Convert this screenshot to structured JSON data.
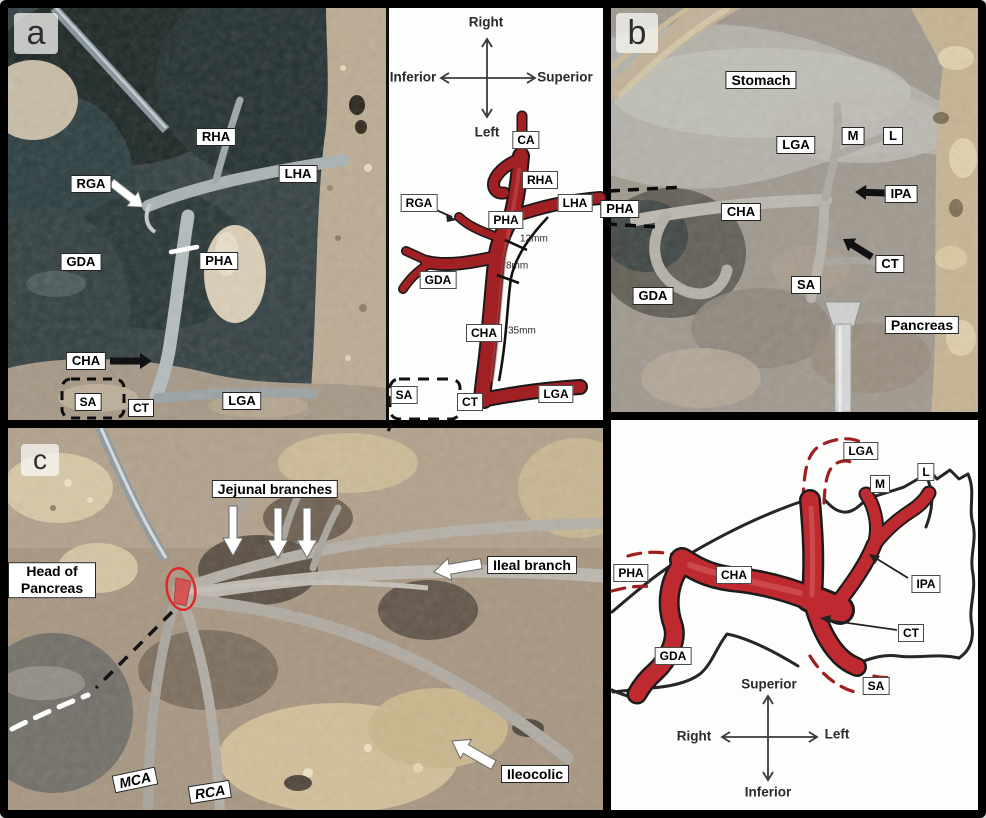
{
  "colors": {
    "frame": "#000000",
    "artery_red_schematic_top": "#a02024",
    "artery_red_schematic_bottom": "#bf2a30",
    "dashed_red": "#9e1f1f",
    "label_background": "#ffffff",
    "label_border": "#242424",
    "annotation_white": "#ffffff",
    "annotation_black": "#111111",
    "red_circle_annotation": "#e02828"
  },
  "panel_a": {
    "letter": "a",
    "labels": {
      "rha": "RHA",
      "lha": "LHA",
      "rga": "RGA",
      "pha": "PHA",
      "gda": "GDA",
      "cha": "CHA",
      "sa": "SA",
      "ct": "CT",
      "lga": "LGA"
    }
  },
  "schematic_a": {
    "compass": {
      "top": "Right",
      "left": "Inferior",
      "right": "Superior",
      "bottom": "Left"
    },
    "labels": {
      "ca": "CA",
      "rha": "RHA",
      "lha": "LHA",
      "rga": "RGA",
      "pha": "PHA",
      "gda": "GDA",
      "cha": "CHA",
      "sa": "SA",
      "ct": "CT",
      "lga": "LGA"
    },
    "measurements": {
      "seg1": "12mm",
      "seg2": "8mm",
      "seg3": "35mm"
    }
  },
  "panel_b": {
    "letter": "b",
    "labels": {
      "stomach": "Stomach",
      "lga": "LGA",
      "m": "M",
      "l": "L",
      "pha": "PHA",
      "ipa": "IPA",
      "cha": "CHA",
      "ct": "CT",
      "sa": "SA",
      "gda": "GDA",
      "pancreas": "Pancreas"
    }
  },
  "panel_c": {
    "letter": "c",
    "labels": {
      "jejunal": "Jejunal branches",
      "head": "Head of Pancreas",
      "ileal": "Ileal branch",
      "mca": "MCA",
      "rca": "RCA",
      "ileocolic": "Ileocolic"
    }
  },
  "schematic_b": {
    "labels": {
      "lga": "LGA",
      "m": "M",
      "l": "L",
      "pha": "PHA",
      "cha": "CHA",
      "ipa": "IPA",
      "ct": "CT",
      "gda": "GDA",
      "sa": "SA"
    },
    "compass": {
      "top": "Superior",
      "left": "Right",
      "right": "Left",
      "bottom": "Inferior"
    }
  }
}
